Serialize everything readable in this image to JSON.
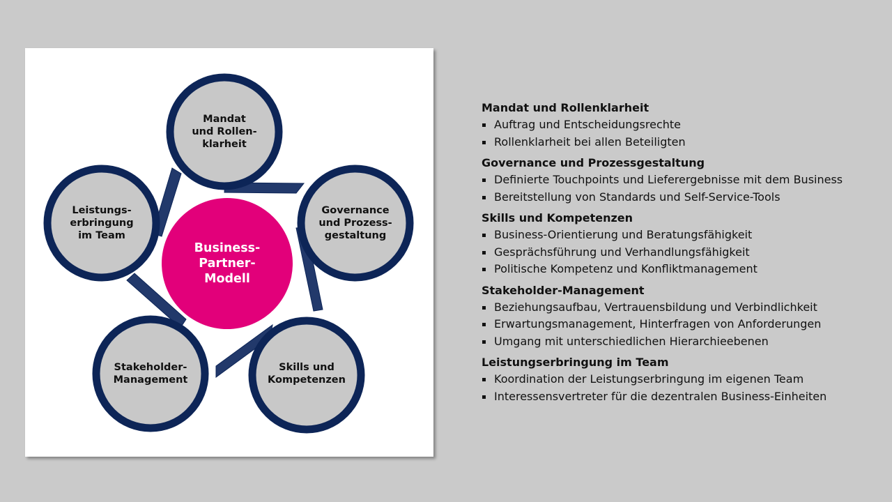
{
  "diagram": {
    "center_label": "Business-\nPartner-\nModell",
    "nodes": [
      {
        "id": "mandat",
        "label": "Mandat\nund Rollen-\nklarheit"
      },
      {
        "id": "governance",
        "label": "Governance\nund Prozess-\ngestaltung"
      },
      {
        "id": "skills",
        "label": "Skills und\nKompetenzen"
      },
      {
        "id": "stakeholder",
        "label": "Stakeholder-\nManagement"
      },
      {
        "id": "leistung",
        "label": "Leistungs-\nerbringung\nim Team"
      }
    ],
    "colors": {
      "ring": "#0d2557",
      "connector": "#22396b",
      "node_fill": "#c8c8c8",
      "center": "#e2007a"
    }
  },
  "legend": {
    "sections": [
      {
        "title": "Mandat und Rollenklarheit",
        "items": [
          "Auftrag und Entscheidungsrechte",
          "Rollenklarheit bei allen Beteiligten"
        ]
      },
      {
        "title": "Governance und Prozessgestaltung",
        "items": [
          "Definierte Touchpoints und Lieferergebnisse mit dem Business",
          "Bereitstellung von Standards und Self-Service-Tools"
        ]
      },
      {
        "title": "Skills und Kompetenzen",
        "items": [
          "Business-Orientierung und Beratungsfähigkeit",
          "Gesprächsführung und Verhandlungsfähigkeit",
          "Politische Kompetenz und Konfliktmanagement"
        ]
      },
      {
        "title": "Stakeholder-Management",
        "items": [
          "Beziehungsaufbau, Vertrauensbildung und Verbindlichkeit",
          "Erwartungsmanagement, Hinterfragen von Anforderungen",
          "Umgang mit unterschiedlichen Hierarchieebenen"
        ]
      },
      {
        "title": "Leistungserbringung im Team",
        "items": [
          "Koordination der Leistungserbringung im eigenen Team",
          "Interessensvertreter für die dezentralen Business-Einheiten"
        ]
      }
    ]
  }
}
